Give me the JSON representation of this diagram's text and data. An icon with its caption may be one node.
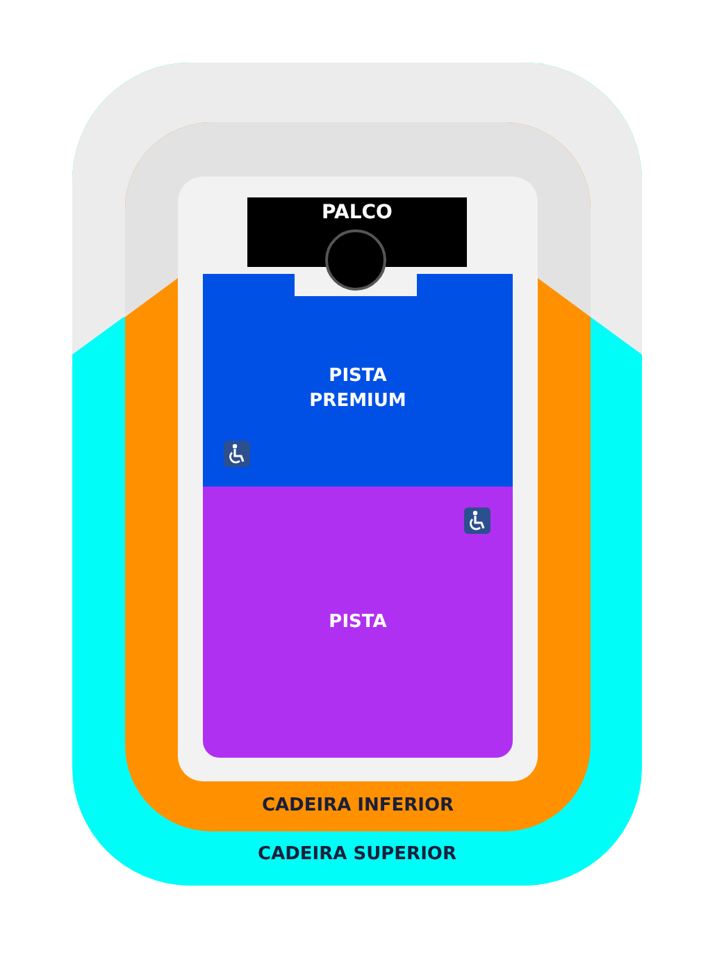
{
  "diagram": {
    "nodes": [
      {
        "text": [
          "CADEIRA SUPERIOR"
        ]
      },
      {
        "text": [
          "CADEIRA INFERIOR"
        ],
        "in": 0
      },
      {
        "text": [
          "PALCO"
        ],
        "in": 1
      },
      {
        "text": [
          "PISTA PREMIUM"
        ],
        "in": 1
      },
      {
        "text": [
          "PISTA"
        ],
        "in": 1
      }
    ]
  }
}
